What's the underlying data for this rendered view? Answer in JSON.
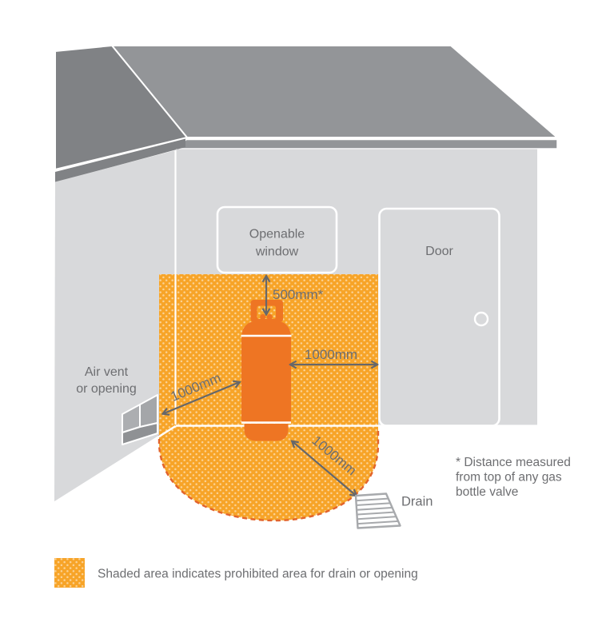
{
  "diagram": {
    "labels": {
      "window_line1": "Openable",
      "window_line2": "window",
      "door": "Door",
      "air_vent_line1": "Air vent",
      "air_vent_line2": "or opening",
      "drain": "Drain"
    },
    "measurements": {
      "window_clearance": "500mm*",
      "side_clearance": "1000mm",
      "vent_clearance": "1000mm",
      "drain_clearance": "1000mm"
    },
    "note": {
      "line1": "* Distance measured",
      "line2": "from top of any gas",
      "line3": "bottle valve"
    },
    "legend": {
      "text": "Shaded area indicates prohibited area for drain or opening"
    },
    "colors": {
      "prohibited_area": "#F7A428",
      "bottle": "#EE7523",
      "dashed_border": "#E2632C",
      "roof": "#939598",
      "roof_side": "#808285",
      "wall": "#D8D9DB",
      "text": "#6D6E71",
      "arrow": "#66676A",
      "drain_gray": "#A7A9AC"
    }
  }
}
